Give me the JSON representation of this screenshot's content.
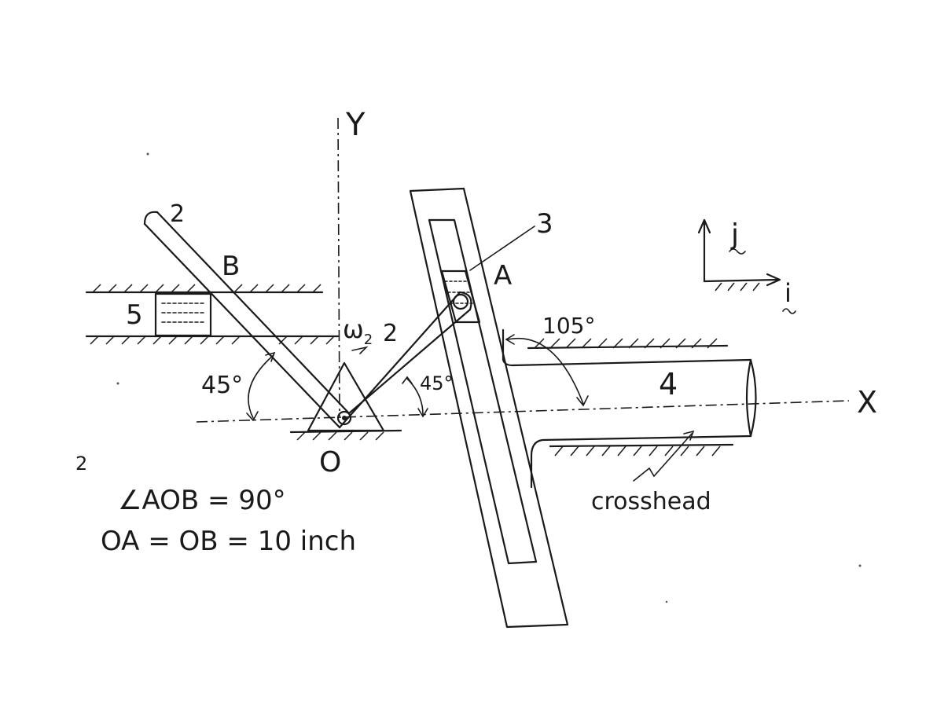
{
  "axes": {
    "y_label": "Y",
    "x_label": "X"
  },
  "unit_vectors": {
    "j": "j",
    "i": "i"
  },
  "links": {
    "link2_upper": "2",
    "link2_lower": "2",
    "slider3": "3",
    "crosshead4": "4",
    "block5": "5"
  },
  "points": {
    "a": "A",
    "b": "B",
    "o": "O"
  },
  "omega": {
    "symbol": "ω",
    "subscript": "2"
  },
  "angles": {
    "left": "45°",
    "right": "45°",
    "crosshead": "105°"
  },
  "crosshead_label": "crosshead",
  "stray_mark": "2",
  "given": {
    "angle_aob": "∠AOB = 90°",
    "lengths": "OA = OB = 10 inch"
  }
}
